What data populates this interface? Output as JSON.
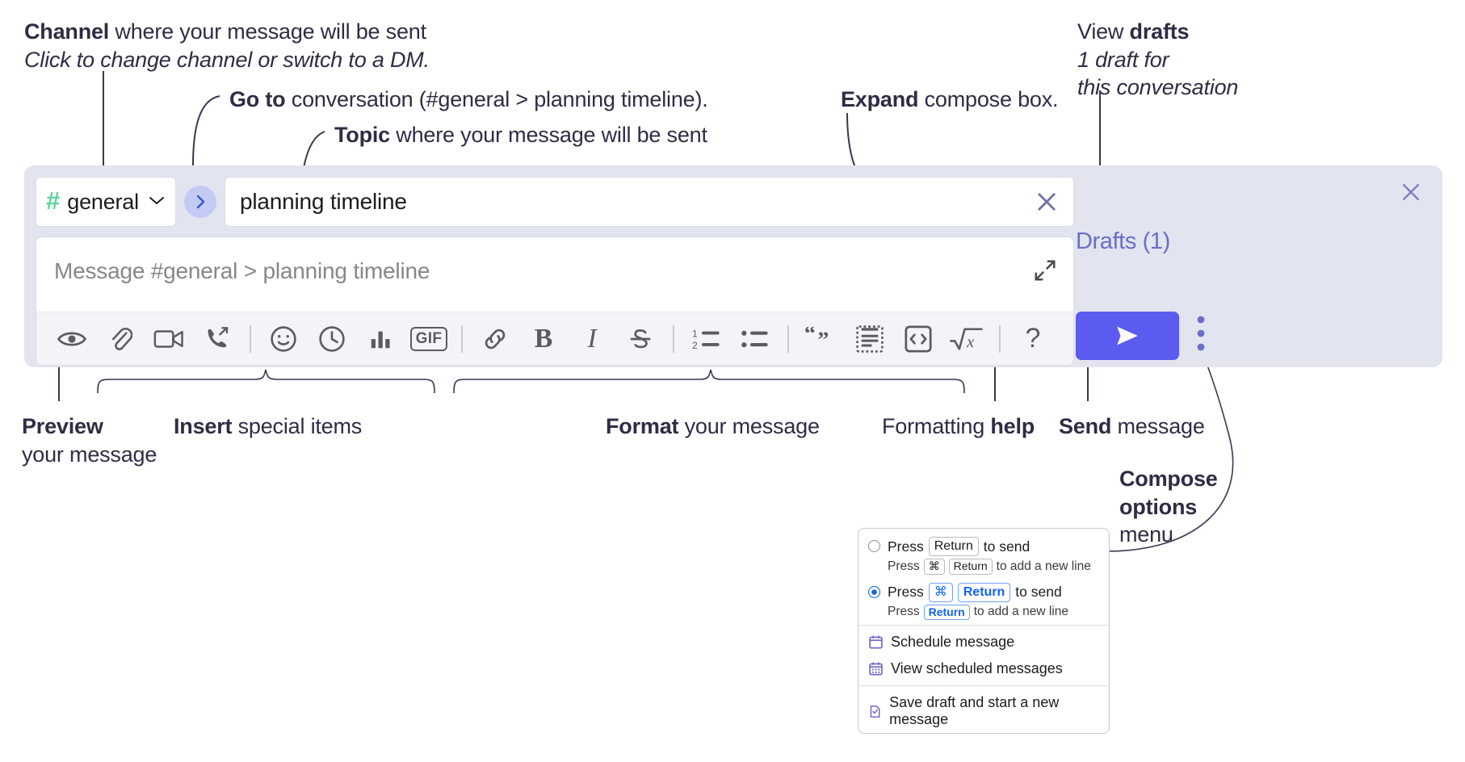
{
  "annotations": {
    "channel": {
      "bold": "Channel",
      "rest": " where your message will be sent",
      "italic": "Click to change channel or switch to a DM."
    },
    "goto": {
      "bold": "Go to",
      "rest": " conversation (#general > planning timeline)."
    },
    "topic": {
      "bold": "Topic",
      "rest": " where your message will be sent"
    },
    "expand": {
      "bold": "Expand",
      "rest": " compose box."
    },
    "drafts": {
      "lead": "View ",
      "bold": "drafts",
      "line2": "1 draft for",
      "line3": "this conversation"
    },
    "preview": {
      "bold": "Preview",
      "line2": "your message"
    },
    "insert": {
      "bold": "Insert",
      "rest": " special items"
    },
    "format": {
      "bold": "Format",
      "rest": " your message"
    },
    "help": {
      "lead": "Formatting ",
      "bold": "help"
    },
    "send": {
      "bold": "Send",
      "rest": " message"
    },
    "compose_options": {
      "bold1": "Compose",
      "bold2": "options",
      "rest": "menu"
    }
  },
  "compose": {
    "channel_name": "general",
    "hash_icon": "hash-icon",
    "chevron_icon": "chevron-down-icon",
    "goto_icon": "chevron-right-icon",
    "topic_value": "planning timeline",
    "topic_clear_icon": "close-icon",
    "message_placeholder": "Message #general > planning timeline",
    "expand_icon": "expand-icon",
    "drafts_label": "Drafts (1)",
    "close_icon": "close-icon",
    "send_icon": "send-paper-plane-icon",
    "kebab_icon": "more-options-icon",
    "accent_color": "#5b5bef",
    "shell_color": "#e2e4f0",
    "hash_color": "#5ed39e"
  },
  "toolbar": {
    "groups": [
      {
        "name": "preview",
        "items": [
          {
            "icon": "eye-icon",
            "label": "Preview"
          }
        ]
      },
      {
        "name": "insert",
        "items": [
          {
            "icon": "paperclip-icon",
            "label": "Attach file"
          },
          {
            "icon": "video-camera-icon",
            "label": "Record video clip"
          },
          {
            "icon": "phone-forward-icon",
            "label": "Record audio clip"
          }
        ]
      },
      {
        "name": "insert2",
        "items": [
          {
            "icon": "emoji-smiley-icon",
            "label": "Emoji"
          },
          {
            "icon": "clock-icon",
            "label": "Reminder"
          },
          {
            "icon": "bar-chart-icon",
            "label": "Poll"
          },
          {
            "icon": "gif-icon",
            "label": "GIF"
          }
        ]
      },
      {
        "name": "format",
        "items": [
          {
            "icon": "link-icon",
            "label": "Link"
          },
          {
            "icon": "bold-icon",
            "label": "B"
          },
          {
            "icon": "italic-icon",
            "label": "I"
          },
          {
            "icon": "strikethrough-icon",
            "label": "Strikethrough"
          }
        ]
      },
      {
        "name": "lists",
        "items": [
          {
            "icon": "ordered-list-icon",
            "label": "Ordered list"
          },
          {
            "icon": "bulleted-list-icon",
            "label": "Bulleted list"
          }
        ]
      },
      {
        "name": "blocks",
        "items": [
          {
            "icon": "blockquote-icon",
            "label": "Blockquote"
          },
          {
            "icon": "code-block-icon",
            "label": "Code block"
          },
          {
            "icon": "inline-code-icon",
            "label": "Code"
          },
          {
            "icon": "math-icon",
            "label": "Math"
          }
        ]
      },
      {
        "name": "help",
        "items": [
          {
            "icon": "question-mark-icon",
            "label": "?"
          }
        ]
      }
    ],
    "gif_label": "GIF",
    "bold_label": "B",
    "italic_label": "I",
    "help_label": "?"
  },
  "menu": {
    "option1": {
      "press": "Press",
      "key": "Return",
      "suffix": "to send",
      "sub_press": "Press",
      "sub_key1": "⌘",
      "sub_key2": "Return",
      "sub_suffix": "to add a new line",
      "selected": false
    },
    "option2": {
      "press": "Press",
      "key1": "⌘",
      "key2": "Return",
      "suffix": "to send",
      "sub_press": "Press",
      "sub_key": "Return",
      "sub_suffix": "to add a new line",
      "selected": true
    },
    "items": [
      {
        "icon": "calendar-schedule-icon",
        "label": "Schedule message"
      },
      {
        "icon": "calendar-grid-icon",
        "label": "View scheduled messages"
      },
      {
        "icon": "save-draft-icon",
        "label": "Save draft and start a new message"
      }
    ]
  }
}
